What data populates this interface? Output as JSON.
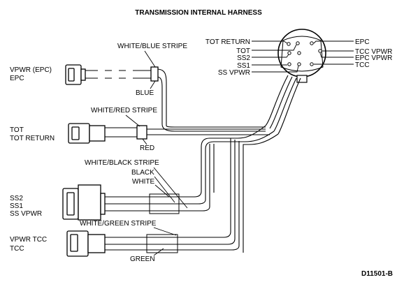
{
  "title": "TRANSMISSION INTERNAL HARNESS",
  "figure_id": "D11501-B",
  "connector_pins": {
    "left": [
      "TOT RETURN",
      "TOT",
      "SS2",
      "SS1",
      "SS VPWR"
    ],
    "right": [
      "EPC",
      "TCC VPWR",
      "EPC VPWR",
      "TCC"
    ]
  },
  "connectors": {
    "epc": {
      "line1": "VPWR (EPC)",
      "line2": "EPC"
    },
    "tot": {
      "line1": "TOT",
      "line2": "TOT RETURN"
    },
    "ss": {
      "line1": "SS2",
      "line2": "SS1",
      "line3": "SS VPWR"
    },
    "tcc": {
      "line1": "VPWR TCC",
      "line2": "TCC"
    }
  },
  "wire_colors": {
    "white_blue": "WHITE/BLUE STRIPE",
    "blue": "BLUE",
    "white_red": "WHITE/RED STRIPE",
    "red": "RED",
    "white_black": "WHITE/BLACK STRIPE",
    "black": "BLACK",
    "white": "WHITE",
    "white_green": "WHITE/GREEN STRIPE",
    "green": "GREEN"
  }
}
